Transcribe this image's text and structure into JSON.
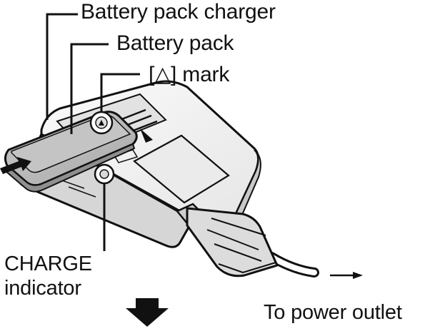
{
  "labels": {
    "charger": "Battery pack charger",
    "pack": "Battery pack",
    "mark_open": "[",
    "mark_symbol": "△",
    "mark_close": "] mark",
    "charge_line1": "CHARGE",
    "charge_line2": "indicator",
    "outlet": "To power outlet"
  },
  "icons": {
    "insert_arrow": "arrow-right-icon",
    "next_step_arrow": "arrow-down-icon",
    "outlet_arrow": "arrow-right-icon"
  },
  "colors": {
    "line": "#111111",
    "body_light": "#f4f4f4",
    "body_shade": "#d2d2d2",
    "pack_fill": "#bdbdbd",
    "pack_shade": "#8f8f8f",
    "background": "#ffffff"
  }
}
